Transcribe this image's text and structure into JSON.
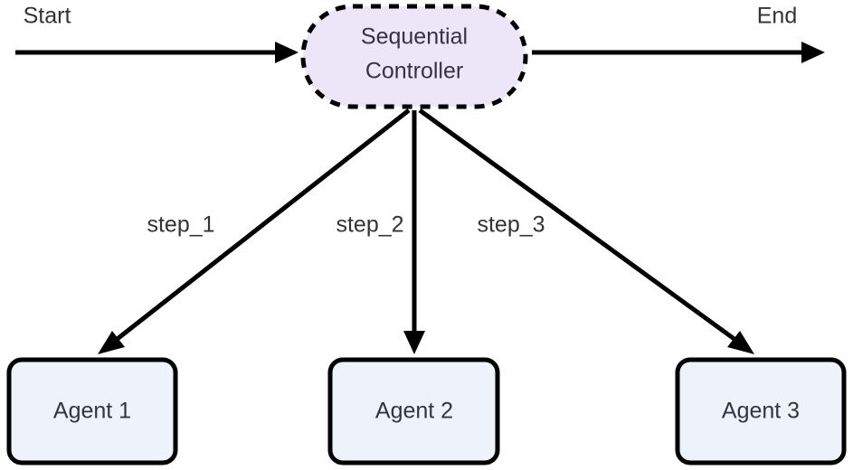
{
  "diagram": {
    "type": "flowchart",
    "direction": "top-down",
    "background_color": "#ffffff",
    "endpoints": {
      "start_label": "Start",
      "end_label": "End"
    },
    "controller": {
      "label_line1": "Sequential",
      "label_line2": "Controller",
      "shape": "stadium",
      "border_style": "dashed",
      "fill_color": "#ece6f8",
      "border_color": "#000000",
      "text_color": "#333344"
    },
    "agents": [
      {
        "label": "Agent 1",
        "edge_label": "step_1",
        "fill_color": "#eef2fb",
        "border_color": "#000000"
      },
      {
        "label": "Agent 2",
        "edge_label": "step_2",
        "fill_color": "#eef2fb",
        "border_color": "#000000"
      },
      {
        "label": "Agent 3",
        "edge_label": "step_3",
        "fill_color": "#eef2fb",
        "border_color": "#000000"
      }
    ],
    "edges": [
      {
        "from": "Start",
        "to": "Sequential Controller",
        "label": ""
      },
      {
        "from": "Sequential Controller",
        "to": "End",
        "label": ""
      },
      {
        "from": "Sequential Controller",
        "to": "Agent 1",
        "label": "step_1"
      },
      {
        "from": "Sequential Controller",
        "to": "Agent 2",
        "label": "step_2"
      },
      {
        "from": "Sequential Controller",
        "to": "Agent 3",
        "label": "step_3"
      }
    ],
    "line_color": "#000000"
  }
}
